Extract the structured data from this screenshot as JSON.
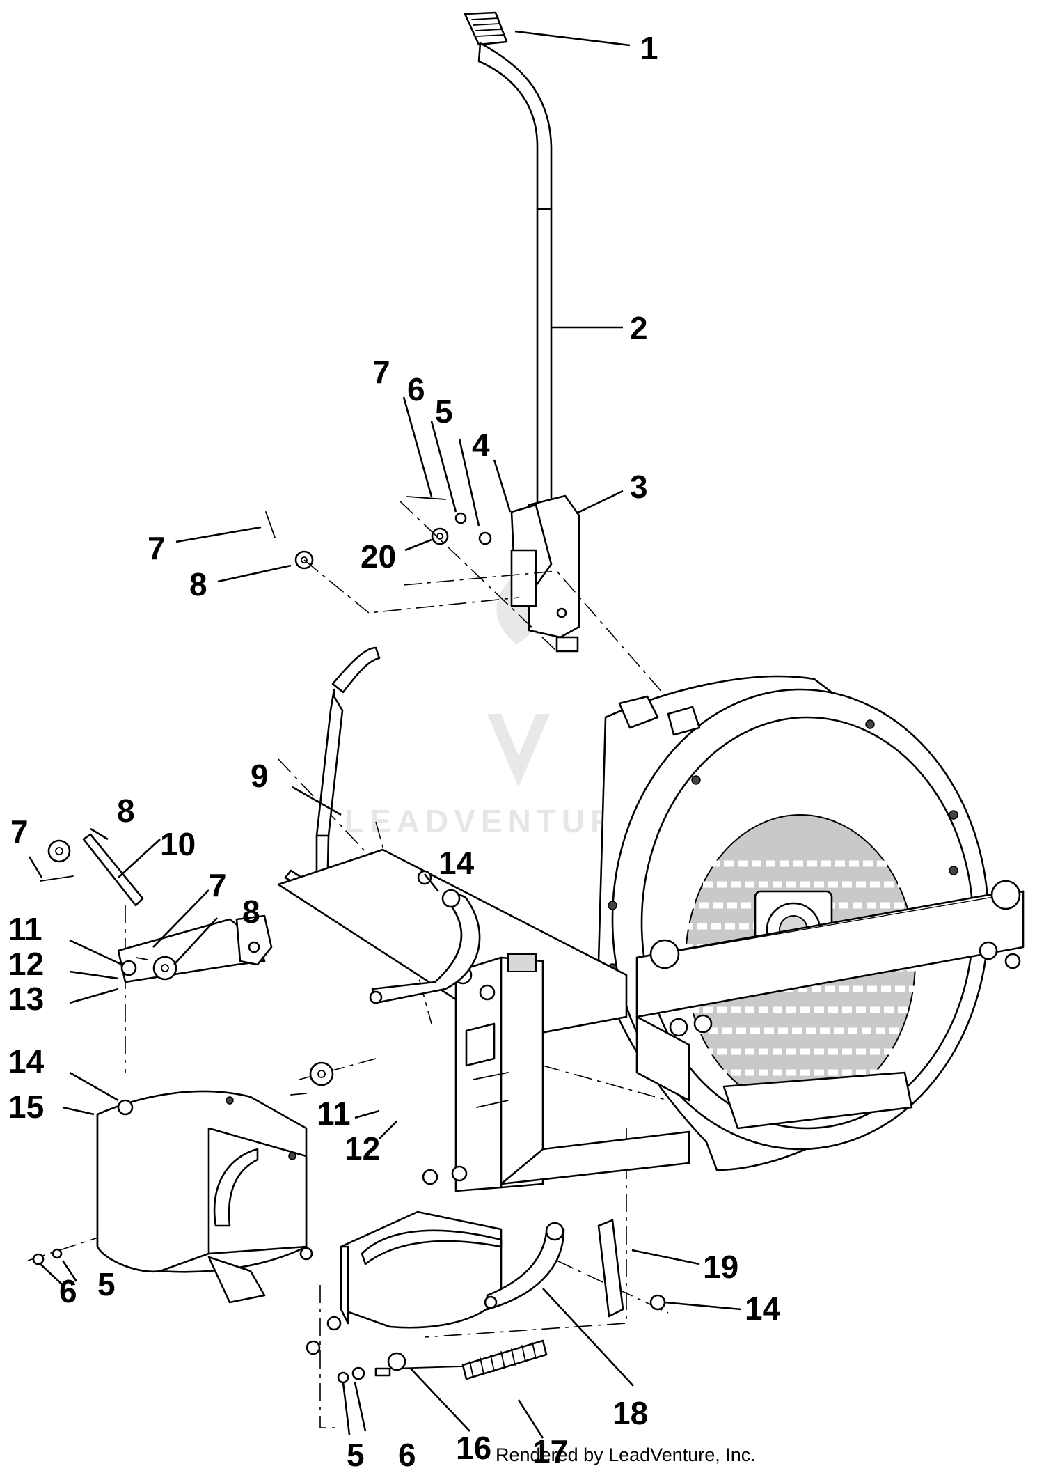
{
  "callouts": [
    {
      "id": "c1",
      "text": "1"
    },
    {
      "id": "c2",
      "text": "2"
    },
    {
      "id": "c3",
      "text": "3"
    },
    {
      "id": "c4",
      "text": "4"
    },
    {
      "id": "c5a",
      "text": "5"
    },
    {
      "id": "c6a",
      "text": "6"
    },
    {
      "id": "c7a",
      "text": "7"
    },
    {
      "id": "c20",
      "text": "20"
    },
    {
      "id": "c7b",
      "text": "7"
    },
    {
      "id": "c8a",
      "text": "8"
    },
    {
      "id": "c9",
      "text": "9"
    },
    {
      "id": "c8b",
      "text": "8"
    },
    {
      "id": "c7c",
      "text": "7"
    },
    {
      "id": "c10",
      "text": "10"
    },
    {
      "id": "c7d",
      "text": "7"
    },
    {
      "id": "c8c",
      "text": "8"
    },
    {
      "id": "c11a",
      "text": "11"
    },
    {
      "id": "c12a",
      "text": "12"
    },
    {
      "id": "c13",
      "text": "13"
    },
    {
      "id": "c14a",
      "text": "14"
    },
    {
      "id": "c14b",
      "text": "14"
    },
    {
      "id": "c15",
      "text": "15"
    },
    {
      "id": "c11b",
      "text": "11"
    },
    {
      "id": "c12b",
      "text": "12"
    },
    {
      "id": "c6b",
      "text": "6"
    },
    {
      "id": "c5b",
      "text": "5"
    },
    {
      "id": "c19",
      "text": "19"
    },
    {
      "id": "c14c",
      "text": "14"
    },
    {
      "id": "c18",
      "text": "18"
    },
    {
      "id": "c17",
      "text": "17"
    },
    {
      "id": "c16",
      "text": "16"
    },
    {
      "id": "c5c",
      "text": "5"
    },
    {
      "id": "c6c",
      "text": "6"
    }
  ],
  "watermark": "LEADVENTURE",
  "credit": "Rendered by LeadVenture, Inc."
}
